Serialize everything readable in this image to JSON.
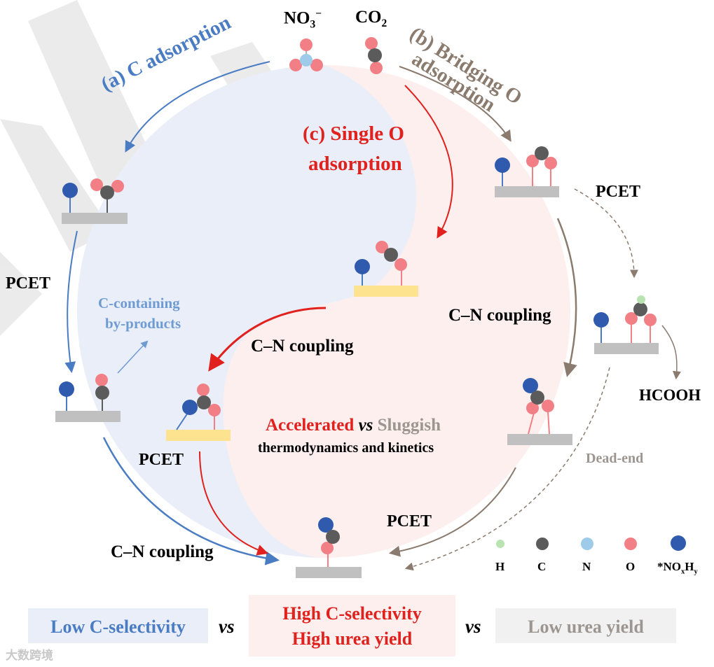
{
  "top": {
    "nitrate": "NO",
    "nitrate_sub": "3",
    "nitrate_sup": "−",
    "co2": "CO",
    "co2_sub": "2"
  },
  "paths": {
    "a": {
      "title": "(a) C adsorption",
      "color": "#4a7cc4"
    },
    "b": {
      "title_line1": "(b) Bridging O",
      "title_line2": "adsorption",
      "color": "#8a7b6e"
    },
    "c": {
      "title_line1": "(c) Single O",
      "title_line2": "adsorption",
      "color": "#e0211e"
    }
  },
  "steps": {
    "pcet": "PCET",
    "cn_coupling": "C–N coupling",
    "byproducts_line1": "C-containing",
    "byproducts_line2": "by-products",
    "hcooh": "HCOOH",
    "dead_end": "Dead-end"
  },
  "center": {
    "accelerated": "Accelerated",
    "vs": "vs",
    "sluggish": "Sluggish",
    "line2": "thermodynamics and kinetics"
  },
  "legend": [
    {
      "label": "H",
      "color": "#b9e3b0"
    },
    {
      "label": "C",
      "color": "#5b5b5b"
    },
    {
      "label": "N",
      "color": "#9fcbea"
    },
    {
      "label": "O",
      "color": "#f27f85"
    },
    {
      "label": "*NO",
      "sub_x": "x",
      "label_h": "H",
      "sub_y": "y",
      "color": "#2f5aad"
    }
  ],
  "bottom": {
    "low_c": "Low C-selectivity",
    "vs1": "vs",
    "high_line1": "High C-selectivity",
    "high_line2": "High urea yield",
    "vs2": "vs",
    "low_urea": "Low urea yield"
  },
  "colors": {
    "blue_bg": "#e9eef8",
    "pink_bg": "#fdefed",
    "gray_bg": "#f1f1f1",
    "surface": "#c0c0c0",
    "gold_surface": "#fde28f",
    "sluggish": "#9d9590"
  },
  "watermark": "大数跨境"
}
